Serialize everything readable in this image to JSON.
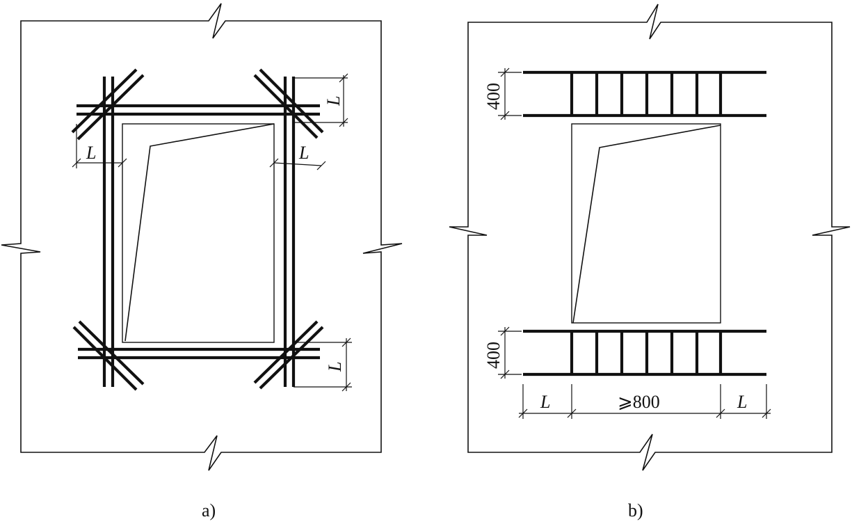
{
  "colors": {
    "ink": "#111111",
    "background": "#ffffff"
  },
  "figure_a": {
    "caption": "a)",
    "dim_left": "L",
    "dim_right": "L",
    "dim_top_right": "L",
    "dim_bottom_right": "L"
  },
  "figure_b": {
    "caption": "b)",
    "dim_top_height": "400",
    "dim_bottom_height": "400",
    "dim_left": "L",
    "dim_middle": "⩾800",
    "dim_right": "L"
  }
}
